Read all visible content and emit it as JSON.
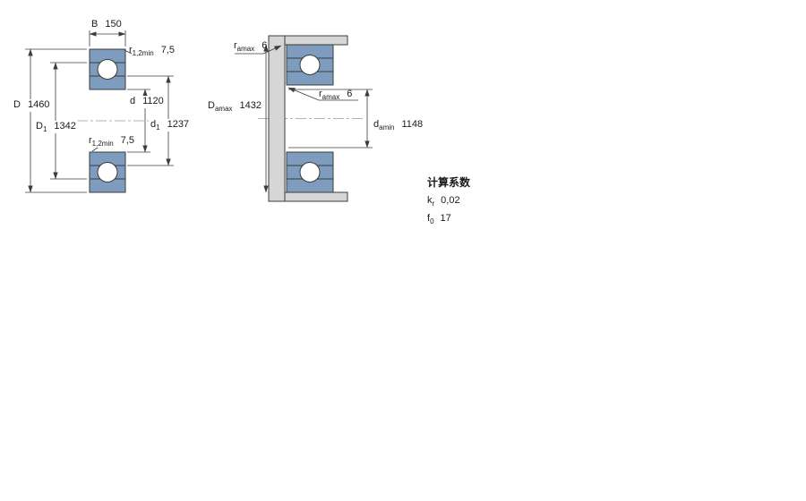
{
  "colors": {
    "bearing_fill": "#7d9cbe",
    "abutment_fill": "#d6d6d6"
  },
  "labels": {
    "b": {
      "sym": "B",
      "val": "150"
    },
    "r12_top": {
      "sym": "r",
      "sub": "1,2min",
      "val": "7,5"
    },
    "D": {
      "sym": "D",
      "val": "1460"
    },
    "D1": {
      "sym": "D",
      "sub": "1",
      "val": "1342"
    },
    "r12_bot": {
      "sym": "r",
      "sub": "1,2min",
      "val": "7,5"
    },
    "d": {
      "sym": "d",
      "val": "1120"
    },
    "d1": {
      "sym": "d",
      "sub": "1",
      "val": "1237"
    },
    "ra_top": {
      "sym": "r",
      "sub": "amax",
      "val": "6"
    },
    "Da": {
      "sym": "D",
      "sub": "amax",
      "val": "1432"
    },
    "ra_mid": {
      "sym": "r",
      "sub": "amax",
      "val": "6"
    },
    "da": {
      "sym": "d",
      "sub": "amin",
      "val": "1148"
    }
  },
  "calc": {
    "heading": "计算系数",
    "kr": {
      "sym": "k",
      "sub": "r",
      "val": "0,02"
    },
    "f0": {
      "sym": "f",
      "sub": "0",
      "val": "17"
    }
  }
}
